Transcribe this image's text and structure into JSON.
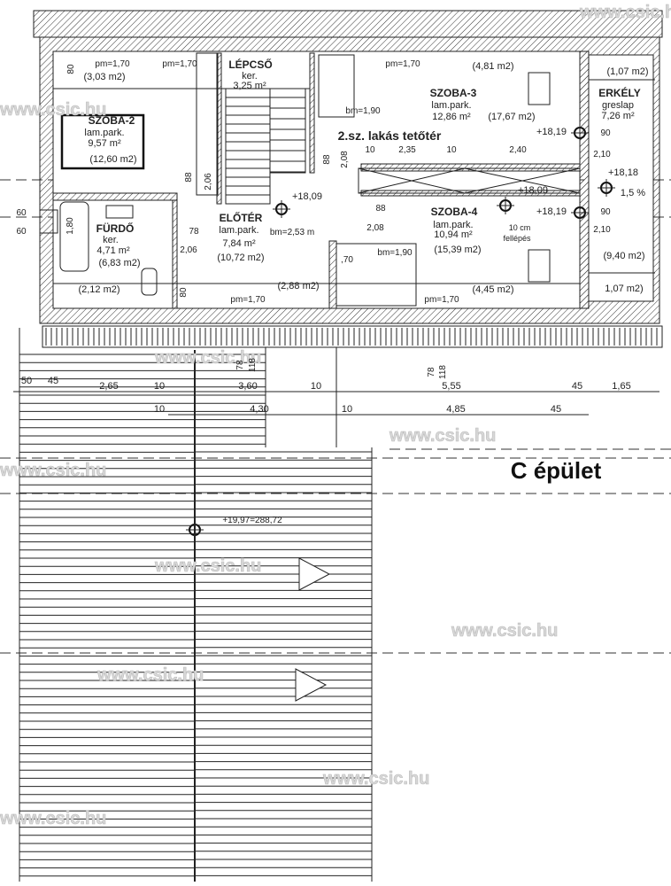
{
  "title": "2.sz. lakás tetőtér",
  "building": "C épület",
  "watermark": "www.csic.hu",
  "rooms": {
    "szoba2": {
      "name": "SZOBA-2",
      "floor": "lam.park.",
      "area": "9,57 m²",
      "gross": "(12,60 m2)"
    },
    "lepcso": {
      "name": "LÉPCSŐ",
      "floor": "ker.",
      "area": "3,25 m²"
    },
    "furdo": {
      "name": "FÜRDŐ",
      "floor": "ker.",
      "area": "4,71 m²",
      "gross": "(6,83 m2)"
    },
    "eloter": {
      "name": "ELŐTÉR",
      "floor": "lam.park.",
      "area": "7,84 m²",
      "gross": "(10,72 m2)"
    },
    "szoba3": {
      "name": "SZOBA-3",
      "floor": "lam.park.",
      "area": "12,86 m²",
      "gross": "(17,67 m2)"
    },
    "szoba4": {
      "name": "SZOBA-4",
      "floor": "lam.park.",
      "area": "10,94 m²",
      "gross": "(15,39 m2)"
    },
    "erkely": {
      "name": "ERKÉLY",
      "floor": "greslap",
      "area": "7,26 m²"
    }
  },
  "areas": [
    "(3,03 m2)",
    "(2,12 m2)",
    "(2,88 m2)",
    "(4,81 m2)",
    "(4,45 m2)",
    "(1,07 m2)",
    "(9,40 m2)",
    "1,07 m2)"
  ],
  "notes": {
    "pm": "pm=1,70",
    "bm253": "bm=2,53 m",
    "bm190": "bm=1,90",
    "step": "10 cm",
    "step2": "fellépés",
    "slope": "1,5 %",
    "roof_level": "+19,97=288,72"
  },
  "levels": [
    "+18,09",
    "+18,09",
    "+18,19",
    "+18,19",
    "+18,18"
  ],
  "dims_plan": [
    "80",
    "88",
    "2,06",
    "78",
    "2,06",
    "80",
    "88",
    "2,08",
    "88",
    "2,08",
    "10",
    "2,35",
    "10",
    "2,40",
    "90",
    "2,10",
    "90",
    "2,10",
    "60",
    "60",
    ",70",
    "1,80"
  ],
  "dims_row1": [
    "50",
    "45",
    "2,65",
    "10",
    "3,60",
    "10",
    "5,55",
    "45",
    "1,65"
  ],
  "dims_row2": [
    "10",
    "4,30",
    "10",
    "4,85",
    "45"
  ],
  "dims_vert": [
    "78",
    "118",
    "78",
    "118"
  ]
}
